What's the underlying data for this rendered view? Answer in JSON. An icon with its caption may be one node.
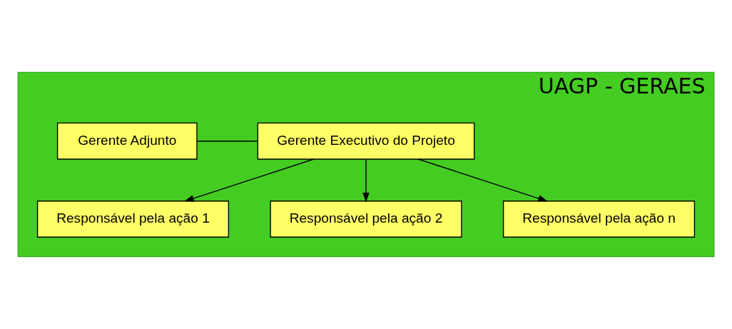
{
  "diagram": {
    "nodes": [
      {
        "text": [
          "UAGP - GERAES"
        ]
      },
      {
        "text": [
          "Gerente Executivo do Projeto"
        ],
        "in": 0
      },
      {
        "text": [
          "Gerente Adjunto"
        ],
        "in": 0
      },
      {
        "text": [
          "Responsável pela ação 1"
        ],
        "in": 0
      },
      {
        "text": [
          "Responsável pela ação 2"
        ],
        "in": 0
      },
      {
        "text": [
          "Responsável pela ação n"
        ],
        "in": 0
      }
    ],
    "edges": [
      {
        "from": 2,
        "to": 1,
        "arrow": "none"
      },
      {
        "from": 1,
        "to": 3,
        "arrow": "to"
      },
      {
        "from": 1,
        "to": 4,
        "arrow": "to"
      },
      {
        "from": 1,
        "to": 5,
        "arrow": "to"
      }
    ]
  }
}
